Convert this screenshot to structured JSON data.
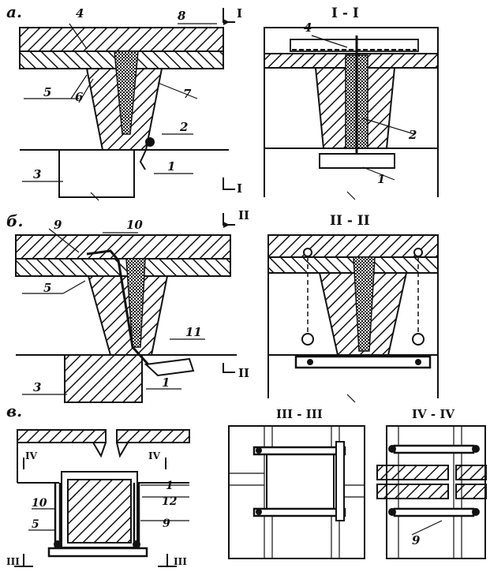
{
  "panels": {
    "a": {
      "letter": "а.",
      "numbers": [
        "1",
        "2",
        "3",
        "4",
        "5",
        "6",
        "7",
        "8"
      ],
      "section_mark": "I",
      "section_title": "I - I",
      "section_numbers": [
        "1",
        "2",
        "4"
      ]
    },
    "b": {
      "letter": "б.",
      "numbers": [
        "1",
        "3",
        "5",
        "9",
        "10",
        "11"
      ],
      "section_mark": "II",
      "section_title": "II - II"
    },
    "c": {
      "letter": "в.",
      "numbers": [
        "1",
        "5",
        "9",
        "10",
        "12"
      ],
      "section_mark_left": "IV",
      "section_mark_right": "IV",
      "section_mark_bottom": "III",
      "section_title_1": "III - III",
      "section_title_2": "IV - IV",
      "section_numbers": [
        "9"
      ]
    }
  }
}
